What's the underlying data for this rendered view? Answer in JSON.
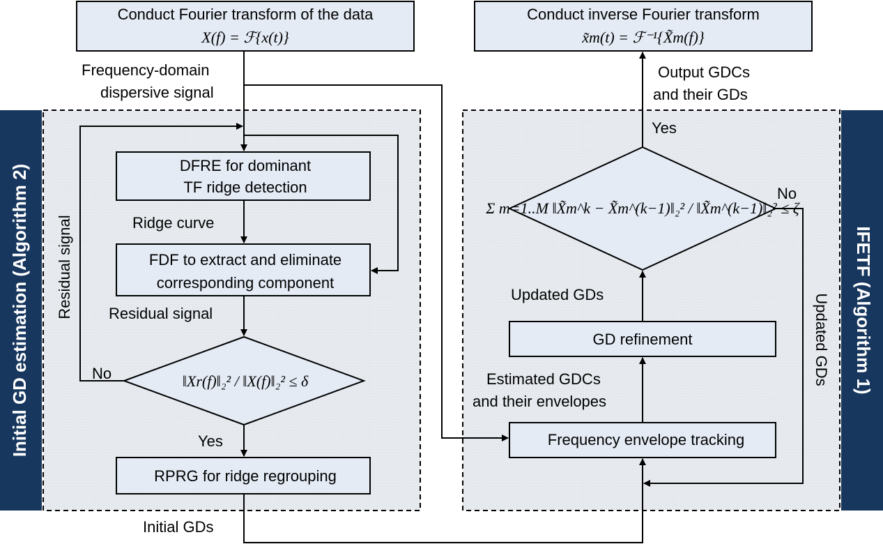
{
  "top_left": {
    "title": "Conduct Fourier transform of the data",
    "formula": "X(f) = ℱ{x(t)}"
  },
  "top_right": {
    "title": "Conduct inverse Fourier transform",
    "formula": "x̃m(t) = ℱ⁻¹{X̃m(f)}"
  },
  "labels": {
    "freq_domain_1": "Frequency-domain",
    "freq_domain_2": "dispersive signal",
    "output_1": "Output GDCs",
    "output_2": "and their GDs",
    "yes_right": "Yes",
    "no_right": "No",
    "ridge_curve": "Ridge curve",
    "residual_signal_h": "Residual signal",
    "residual_signal_v": "Residual signal",
    "no_left": "No",
    "yes_left": "Yes",
    "initial_gds": "Initial GDs",
    "updated_gds_h": "Updated GDs",
    "updated_gds_v": "Updated GDs",
    "estimated_1": "Estimated GDCs",
    "estimated_2": "and their envelopes"
  },
  "boxes": {
    "dfre_1": "DFRE for dominant",
    "dfre_2": "TF ridge detection",
    "fdf_1": "FDF to extract and eliminate",
    "fdf_2": "corresponding component",
    "rprg": "RPRG for ridge regrouping",
    "gd_refinement": "GD refinement",
    "freq_env_tracking": "Frequency envelope tracking"
  },
  "left_condition": "‖Xr(f)‖₂² / ‖X(f)‖₂² ≤ δ",
  "right_condition": "Σ m=1..M ‖X̃m^k − X̃m^(k−1)‖₂² / ‖X̃m^(k−1)‖₂² ≤ ζ",
  "side_bars": {
    "left": "Initial GD estimation (Algorithm 2)",
    "right": "IFETF (Algorithm 1)"
  },
  "colors": {
    "panel_fill": "#e7ebef",
    "box_fill": "#e4ebf5",
    "side_bar": "#17375e"
  }
}
